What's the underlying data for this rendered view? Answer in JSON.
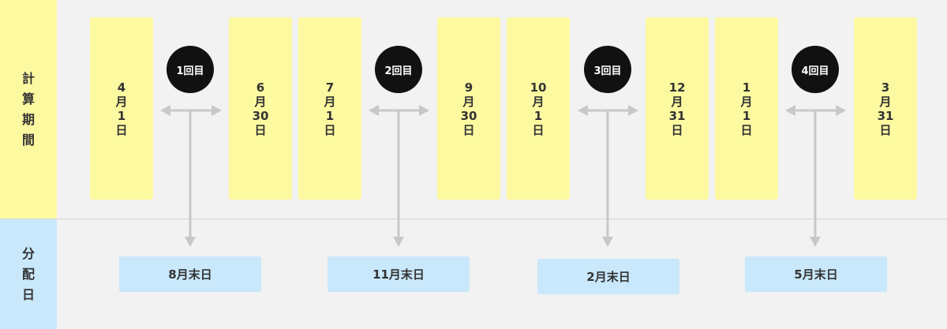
{
  "labels": {
    "calc_period": [
      "計",
      "算",
      "期",
      "間"
    ],
    "distribution_date": [
      "分",
      "配",
      "日"
    ]
  },
  "periods": [
    {
      "round": "1回目",
      "start": [
        "4",
        "月",
        "1",
        "日"
      ],
      "end": [
        "6",
        "月",
        "30",
        "日"
      ],
      "distribution": "8月末日"
    },
    {
      "round": "2回目",
      "start": [
        "7",
        "月",
        "1",
        "日"
      ],
      "end": [
        "9",
        "月",
        "30",
        "日"
      ],
      "distribution": "11月末日"
    },
    {
      "round": "3回目",
      "start": [
        "10",
        "月",
        "1",
        "日"
      ],
      "end": [
        "12",
        "月",
        "31",
        "日"
      ],
      "distribution": "2月末日"
    },
    {
      "round": "4回目",
      "start": [
        "1",
        "月",
        "1",
        "日"
      ],
      "end": [
        "3",
        "月",
        "31",
        "日"
      ],
      "distribution": "5月末日"
    }
  ],
  "colors": {
    "calc_fill": "#fdf9a0",
    "dist_fill": "#c9e8fb",
    "round_circle": "#111111",
    "arrow": "#c8c8c8",
    "background": "#f2f2f2"
  }
}
